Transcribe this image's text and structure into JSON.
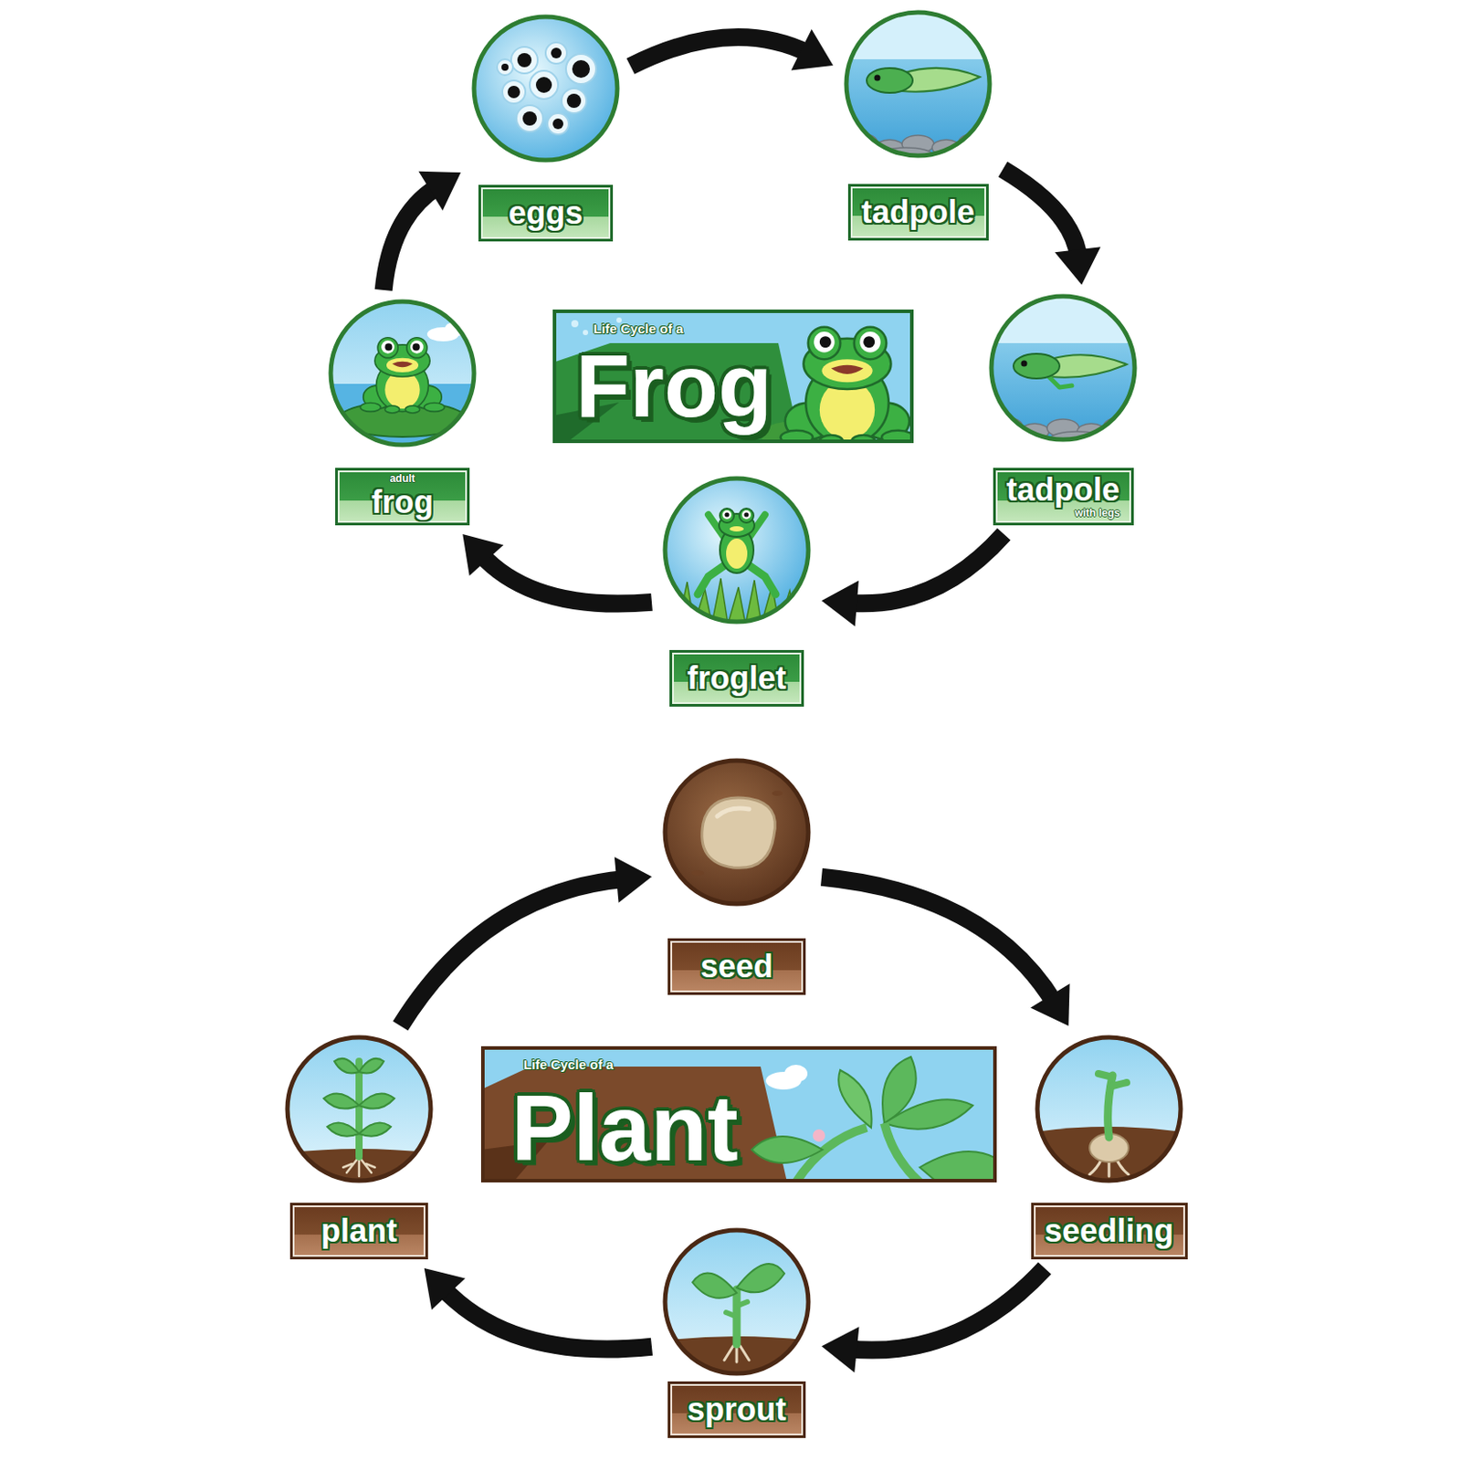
{
  "diagram": {
    "nodes": [
      {
        "text": [
          "eggs"
        ]
      },
      {
        "text": [
          "tadpole"
        ]
      },
      {
        "text": [
          "Life Cycle of a",
          "Frog"
        ]
      },
      {
        "text": [
          "adult",
          "frog"
        ]
      },
      {
        "text": [
          "tadpole",
          "with legs"
        ]
      },
      {
        "text": [
          "froglet"
        ]
      },
      {
        "text": [
          "seed"
        ]
      },
      {
        "text": [
          "Life Cycle of a",
          "Plant"
        ]
      },
      {
        "text": [
          "plant"
        ]
      },
      {
        "text": [
          "seedling"
        ]
      },
      {
        "text": [
          "sprout"
        ]
      }
    ],
    "edges": [
      {
        "from": 0,
        "to": 1,
        "arrow": "to"
      },
      {
        "from": 1,
        "to": 4,
        "arrow": "to"
      },
      {
        "from": 4,
        "to": 5,
        "arrow": "to"
      },
      {
        "from": 5,
        "to": 3,
        "arrow": "to"
      },
      {
        "from": 3,
        "to": 0,
        "arrow": "to"
      },
      {
        "from": 6,
        "to": 9,
        "arrow": "to"
      },
      {
        "from": 9,
        "to": 10,
        "arrow": "to"
      },
      {
        "from": 10,
        "to": 8,
        "arrow": "to"
      },
      {
        "from": 8,
        "to": 6,
        "arrow": "to"
      }
    ]
  }
}
